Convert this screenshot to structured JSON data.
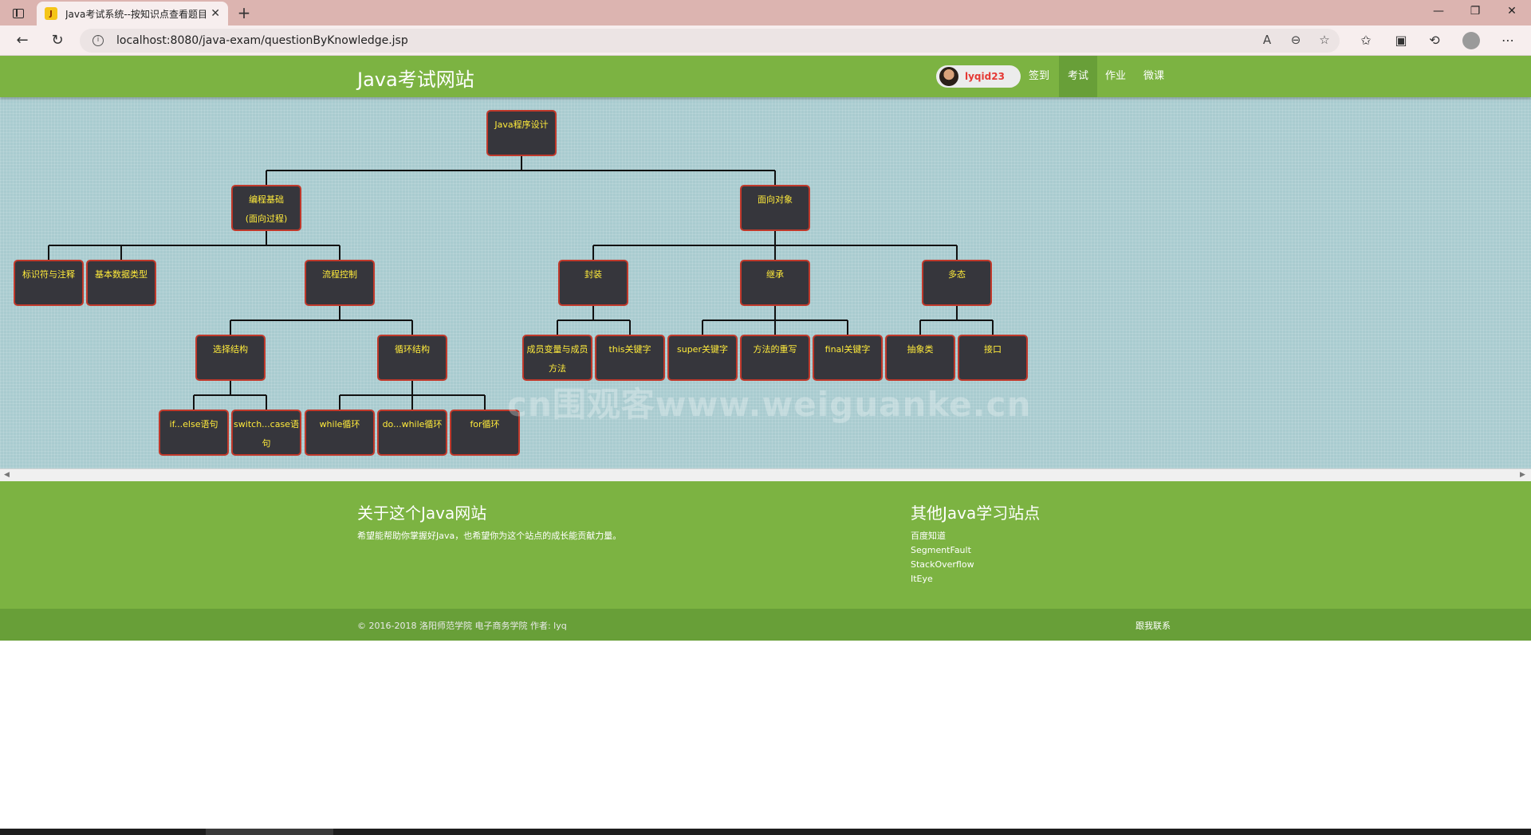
{
  "browser": {
    "tab_title": "Java考试系统--按知识点查看题目",
    "favicon_glyph": "J",
    "url": "localhost:8080/java-exam/questionByKnowledge.jsp"
  },
  "site": {
    "brand": "Java考试网站",
    "username": "lyqid23",
    "nav": [
      "签到",
      "考试",
      "作业",
      "微课"
    ],
    "active_nav": "考试"
  },
  "tree": {
    "root": "Java程序设计",
    "nodes": {
      "n_root": "Java程序设计",
      "n_basic": "编程基础\n(面向过程)",
      "n_oop": "面向对象",
      "n_ident": "标识符与注释",
      "n_types": "基本数据类型",
      "n_flow": "流程控制",
      "n_encap": "封装",
      "n_inherit": "继承",
      "n_poly": "多态",
      "n_select": "选择结构",
      "n_loop": "循环结构",
      "n_member": "成员变量与成员方法",
      "n_this": "this关键字",
      "n_super": "super关键字",
      "n_override": "方法的重写",
      "n_final": "final关键字",
      "n_abstract": "抽象类",
      "n_interface": "接口",
      "n_ifelse": "if...else语句",
      "n_switch": "switch...case语句",
      "n_while": "while循环",
      "n_dowhile": "do...while循环",
      "n_for": "for循环"
    }
  },
  "watermark": "cn围观客www.weiguanke.cn",
  "footer": {
    "about_title": "关于这个Java网站",
    "about_text": "希望能帮助你掌握好Java，也希望你为这个站点的成长能贡献力量。",
    "links_title": "其他Java学习站点",
    "links": [
      "百度知道",
      "SegmentFault",
      "StackOverflow",
      "ItEye"
    ],
    "copyright": "© 2016-2018 洛阳师范学院 电子商务学院  作者: lyq",
    "contact": "跟我联系"
  },
  "colors": {
    "header_green": "#7cb342",
    "active_green": "#689f38",
    "tree_bg": "#a9cbcf",
    "node_bg": "#36363c",
    "node_border": "#c0392b",
    "node_text": "#ffeb3b"
  }
}
